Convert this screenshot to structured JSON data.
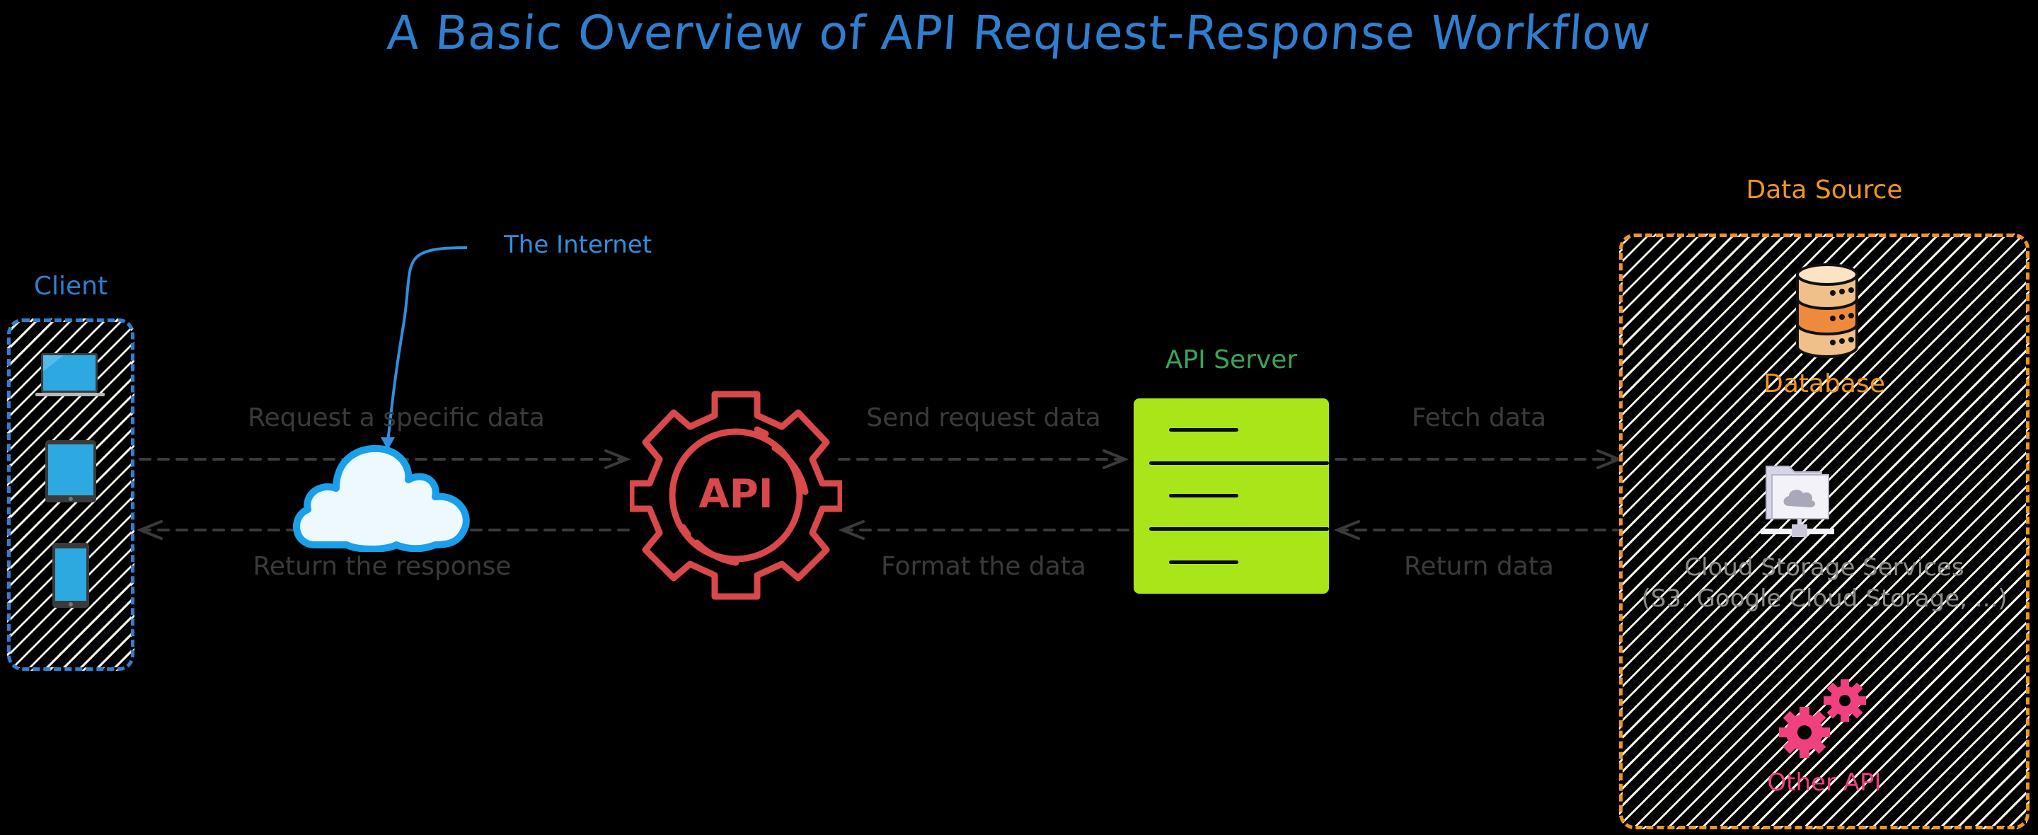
{
  "title": "A Basic Overview of API Request-Response Workflow",
  "colors": {
    "title": "#2f7fd0",
    "client": "#2f7fd0",
    "internet": "#2f8fe0",
    "api": "#d9484a",
    "server_fill": "#a8e61a",
    "server_label": "#3aa35a",
    "data_source": "#f0961e",
    "database_label": "#f0961e",
    "cloud_storage_label": "#8a8a8a",
    "other_api": "#f0407f",
    "flow_text": "#3a3a3a"
  },
  "client": {
    "label": "Client",
    "devices": [
      "laptop",
      "tablet",
      "smartphone"
    ]
  },
  "internet": {
    "label": "The Internet"
  },
  "api_gateway": {
    "text": "API"
  },
  "api_server": {
    "label": "API Server"
  },
  "data_source": {
    "label": "Data Source",
    "items": [
      {
        "label": "Database",
        "icon": "database-icon"
      },
      {
        "label_line1": "Cloud Storage Services",
        "label_line2": "(S3, Google Cloud Storage, ...)",
        "icon": "cloud-storage-icon"
      },
      {
        "label": "Other API",
        "icon": "gears-icon"
      }
    ]
  },
  "flows": {
    "client_to_api": "Request a specific data",
    "api_to_client": "Return the response",
    "api_to_server": "Send request data",
    "server_to_api": "Format the data",
    "server_to_source": "Fetch data",
    "source_to_server": "Return data"
  }
}
